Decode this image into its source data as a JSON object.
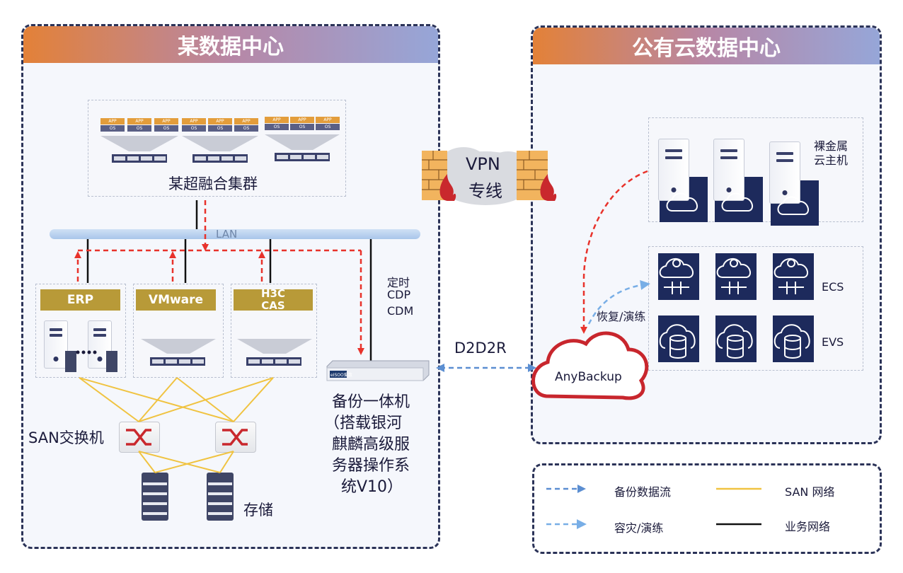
{
  "left_center": {
    "title": "某数据中心",
    "cluster_label": "某超融合集群",
    "lan_label": "LAN",
    "app_label": "APP",
    "os_label": "OS",
    "hosts": [
      {
        "label": "ERP"
      },
      {
        "label": "VMware"
      },
      {
        "label": "H3C\nCAS"
      }
    ],
    "san_switch_label": "SAN交换机",
    "storage_label": "存储",
    "backup_modes": [
      "定时",
      "CDP",
      "CDM"
    ],
    "appliance_brand": "eISOO爱数",
    "appliance_label": [
      "备份一体机",
      "（搭载银河",
      "麒麟高级服",
      "务器操作系",
      "统V10）"
    ]
  },
  "vpn": {
    "label_line1": "VPN",
    "label_line2": "专线"
  },
  "link_label": "D2D2R",
  "right_center": {
    "title": "公有云数据中心",
    "bare_metal_label_line1": "裸金属",
    "bare_metal_label_line2": "云主机",
    "ecs_label": "ECS",
    "evs_label": "EVS",
    "restore_label": "恢复/演练",
    "anybackup_label": "AnyBackup"
  },
  "legend": {
    "items": [
      {
        "label": "备份数据流"
      },
      {
        "label": "容灾/演练"
      },
      {
        "label": "SAN 网络"
      },
      {
        "label": "业务网络"
      }
    ]
  },
  "colors": {
    "panel_border": "#2b3358",
    "banner_start": "#e38138",
    "banner_end": "#96a6d8",
    "backup_flow": "#e8322b",
    "dr_flow": "#5b9bd5",
    "san_network": "#f0c341",
    "business_network": "#111111",
    "gold_label": "#b89a38",
    "navy_tile": "#1d2a5c",
    "anybackup_red": "#c8262d"
  }
}
